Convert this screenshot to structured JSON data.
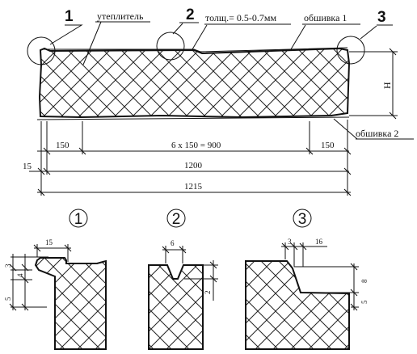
{
  "callouts": {
    "marker_1": "1",
    "marker_2": "2",
    "marker_3": "3",
    "insulation": "утеплитель",
    "thickness": "толщ.= 0.5-0.7мм",
    "sheathing_1": "обшивка 1",
    "sheathing_2": "обшивка 2",
    "height": "H"
  },
  "dimensions": {
    "left_margin": "150",
    "middle_span": "6 x 150 = 900",
    "right_margin": "150",
    "offset": "15",
    "panel_width": "1200",
    "total_width": "1215"
  },
  "details": {
    "d1": {
      "title": "1",
      "width": "15",
      "h_top": "3",
      "h_mid": "4",
      "h_bottom": "5"
    },
    "d2": {
      "title": "2",
      "width": "6",
      "depth": "2"
    },
    "d3": {
      "title": "3",
      "step": "3",
      "width": "16",
      "height": "8",
      "bottom": "5"
    }
  }
}
